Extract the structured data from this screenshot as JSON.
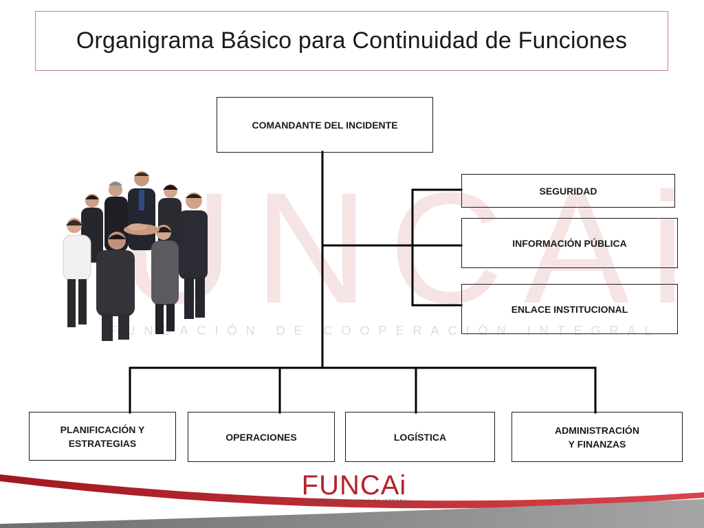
{
  "title": "Organigrama Básico para Continuidad de Funciones",
  "watermark": {
    "letters": "UNCAi",
    "tagline": "FUNDACIÓN DE COOPERACIÓN INTEGRAL"
  },
  "org": {
    "top": "COMANDANTE DEL INCIDENTE",
    "staff": [
      "SEGURIDAD",
      "INFORMACIÓN PÚBLICA",
      "ENLACE INSTITUCIONAL"
    ],
    "sections": [
      "PLANIFICACIÓN Y\nESTRATEGIAS",
      "OPERACIONES",
      "LOGÍSTICA",
      "ADMINISTRACIÓN\n  Y FINANZAS"
    ]
  },
  "footer": {
    "logo": "FUNCAi",
    "logo_sub": "FUNDACIÓN DE COOPERACIÓN INTEGRAL"
  },
  "colors": {
    "brand_red": "#b4222a",
    "border_red": "#c9817f",
    "line": "#000000",
    "band_gray": "#8c8c8c"
  }
}
